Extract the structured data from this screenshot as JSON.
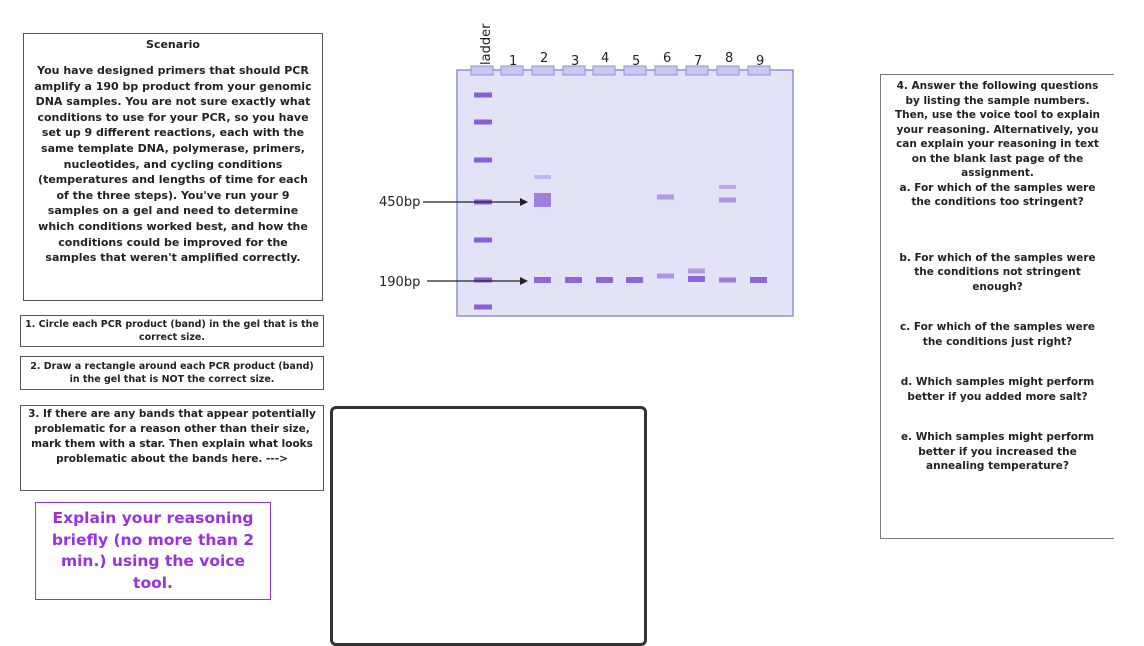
{
  "scenario": {
    "title": "Scenario",
    "body": "You have designed primers that should PCR amplify a 190 bp product from your genomic DNA samples. You are not sure exactly what conditions to use for your PCR, so you have set up 9 different reactions, each with the same template DNA, polymerase, primers, nucleotides, and cycling conditions (temperatures and lengths of time for each of the three steps). You've run your 9 samples on a gel and need to determine which conditions worked best, and how the conditions could be improved for the samples that weren't amplified correctly."
  },
  "instructions": {
    "q1": "1. Circle each PCR product (band) in the gel that is the correct size.",
    "q2": "2. Draw a rectangle around each PCR product (band) in the gel that is NOT the correct size.",
    "q3": "3. If there are any bands that appear potentially problematic for a reason other than their size, mark them with a star. Then explain what looks problematic about the bands here. --->"
  },
  "voice_note": "Explain your reasoning briefly (no more than 2 min.) using the voice tool.",
  "gel": {
    "ladder_label": "ladder",
    "lanes": [
      "1",
      "2",
      "3",
      "4",
      "5",
      "6",
      "7",
      "8",
      "9"
    ],
    "marker_450": "450bp",
    "marker_190": "190bp",
    "colors": {
      "gel": "#e3e3f8",
      "gel_border": "#9090d8",
      "band": "#8a5fd6",
      "ladder": "#8a5fd6"
    }
  },
  "questions": {
    "intro": "4. Answer the following questions by listing the sample numbers. Then, use the voice tool to explain your reasoning. Alternatively, you can explain your reasoning in text on the blank last page of the assignment.",
    "a": "a. For which of the samples were the conditions too stringent?",
    "b": "b. For which of the samples were the conditions not stringent enough?",
    "c": "c. For which of the samples were the conditions just right?",
    "d": "d. Which samples might perform better if you added more salt?",
    "e": "e. Which samples might perform better if you increased the annealing temperature?"
  }
}
